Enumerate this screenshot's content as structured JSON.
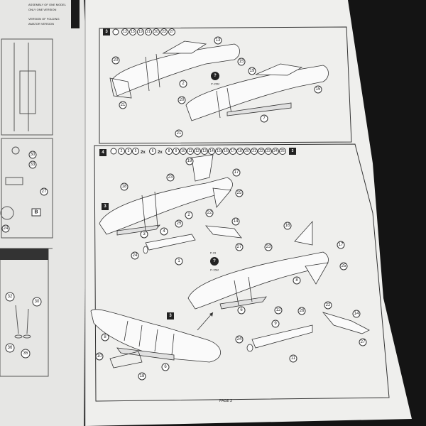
{
  "left_page": {
    "header_lines": [
      "ASSEMBLY OF ONE MODEL",
      "ONLY ONE VERSION",
      "VERSION OF FOLDING",
      "AMATOR VERSION"
    ],
    "sprue_letter": "B",
    "parts": [
      "30",
      "33",
      "27",
      "24",
      "32",
      "30",
      "36",
      "35"
    ]
  },
  "right_page": {
    "step3": {
      "number": "3",
      "sequence": [
        "13",
        "15",
        "19",
        "21",
        "20",
        "23",
        "27"
      ],
      "labels": [
        "20",
        "13",
        "15",
        "2",
        "21",
        "20",
        "15",
        "21",
        "7",
        "19"
      ],
      "version_tag": "P-15M"
    },
    "step4": {
      "number": "4",
      "sequence_a": [
        "2",
        "3",
        "5"
      ],
      "mult1": "2x",
      "sequence_b": [
        "6"
      ],
      "mult2": "2x",
      "sequence_c": [
        "8",
        "9",
        "10",
        "11",
        "12",
        "13",
        "14",
        "15",
        "16",
        "17",
        "18",
        "20",
        "21",
        "22",
        "23",
        "24",
        "25",
        "26",
        "27"
      ],
      "end_box": "3",
      "upper_labels": [
        "18",
        "19",
        "23",
        "17",
        "25",
        "22",
        "14",
        "3",
        "25",
        "2",
        "4",
        "24",
        "1",
        "27"
      ],
      "version_upper": "P-15",
      "version_lower": "P-15M",
      "lower_labels": [
        "16",
        "23",
        "17",
        "8",
        "25",
        "6",
        "12",
        "26",
        "9",
        "22",
        "14",
        "24",
        "11",
        "27",
        "8",
        "10",
        "6",
        "18"
      ],
      "box_left": "3",
      "box_mid": "3"
    },
    "footer": "PAGE 3"
  }
}
